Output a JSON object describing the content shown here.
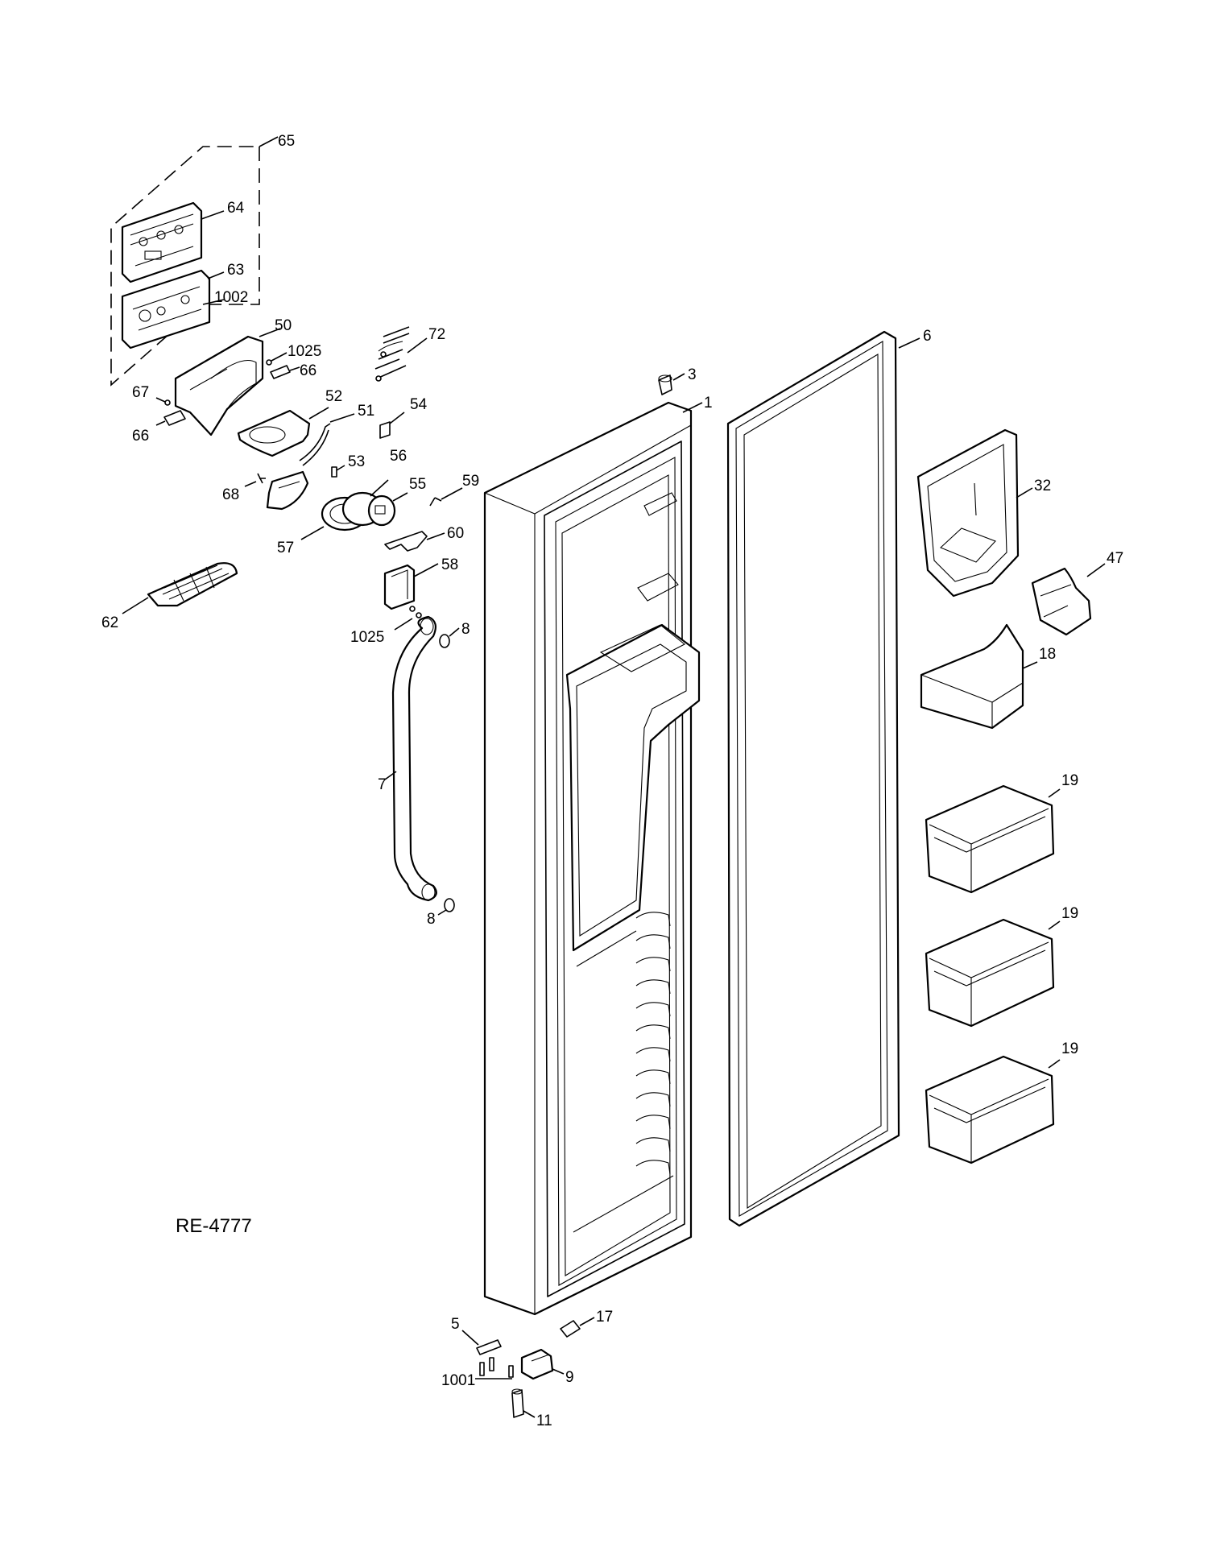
{
  "reference_code": "RE-4777",
  "callouts": [
    {
      "id": "c65",
      "text": "65"
    },
    {
      "id": "c64",
      "text": "64"
    },
    {
      "id": "c63",
      "text": "63"
    },
    {
      "id": "c1002",
      "text": "1002"
    },
    {
      "id": "c50",
      "text": "50"
    },
    {
      "id": "c1025a",
      "text": "1025"
    },
    {
      "id": "c66a",
      "text": "66"
    },
    {
      "id": "c67",
      "text": "67"
    },
    {
      "id": "c66b",
      "text": "66"
    },
    {
      "id": "c72",
      "text": "72"
    },
    {
      "id": "c52",
      "text": "52"
    },
    {
      "id": "c51",
      "text": "51"
    },
    {
      "id": "c54",
      "text": "54"
    },
    {
      "id": "c53",
      "text": "53"
    },
    {
      "id": "c56",
      "text": "56"
    },
    {
      "id": "c55",
      "text": "55"
    },
    {
      "id": "c68",
      "text": "68"
    },
    {
      "id": "c59",
      "text": "59"
    },
    {
      "id": "c57",
      "text": "57"
    },
    {
      "id": "c60",
      "text": "60"
    },
    {
      "id": "c58",
      "text": "58"
    },
    {
      "id": "c62",
      "text": "62"
    },
    {
      "id": "c1025b",
      "text": "1025"
    },
    {
      "id": "c8a",
      "text": "8"
    },
    {
      "id": "c3",
      "text": "3"
    },
    {
      "id": "c1",
      "text": "1"
    },
    {
      "id": "c6",
      "text": "6"
    },
    {
      "id": "c32",
      "text": "32"
    },
    {
      "id": "c47",
      "text": "47"
    },
    {
      "id": "c18",
      "text": "18"
    },
    {
      "id": "c7",
      "text": "7"
    },
    {
      "id": "c19a",
      "text": "19"
    },
    {
      "id": "c19b",
      "text": "19"
    },
    {
      "id": "c19c",
      "text": "19"
    },
    {
      "id": "c8b",
      "text": "8"
    },
    {
      "id": "c5",
      "text": "5"
    },
    {
      "id": "c17",
      "text": "17"
    },
    {
      "id": "c1001",
      "text": "1001"
    },
    {
      "id": "c9",
      "text": "9"
    },
    {
      "id": "c11",
      "text": "11"
    }
  ]
}
